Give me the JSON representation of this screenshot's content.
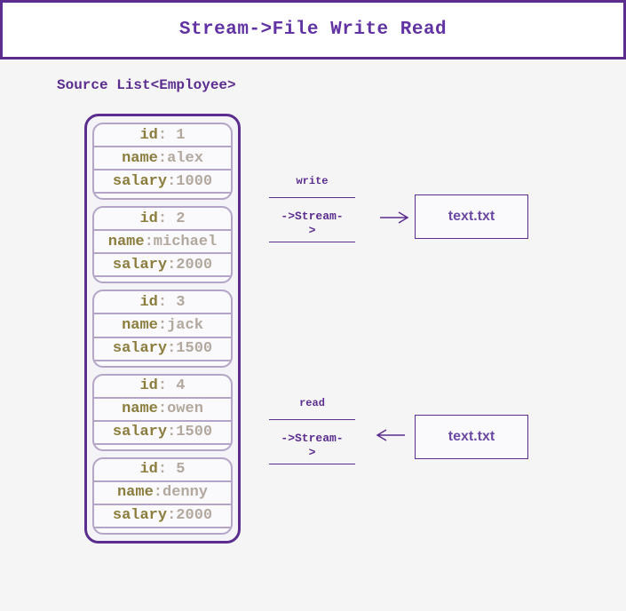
{
  "colors": {
    "purple_accent": "#5b2d8e",
    "lavender_border": "#b4a5c8",
    "field_label": "#8b7d3e",
    "field_value": "#b2a89e",
    "background": "#f5f5f6"
  },
  "title_bar": {
    "title": "Stream->File Write Read"
  },
  "source_label": "Source List<Employee>",
  "employees": [
    {
      "rows": [
        {
          "label": "id",
          "value": ": 1"
        },
        {
          "label": "name",
          "value": ":alex"
        },
        {
          "label": "salary",
          "value": ":1000"
        }
      ]
    },
    {
      "rows": [
        {
          "label": "id",
          "value": ": 2"
        },
        {
          "label": "name",
          "value": ":michael"
        },
        {
          "label": "salary",
          "value": ":2000"
        }
      ]
    },
    {
      "rows": [
        {
          "label": "id",
          "value": ": 3"
        },
        {
          "label": "name",
          "value": ":jack"
        },
        {
          "label": "salary",
          "value": ":1500"
        }
      ]
    },
    {
      "rows": [
        {
          "label": "id",
          "value": ": 4"
        },
        {
          "label": "name",
          "value": ":owen"
        },
        {
          "label": "salary",
          "value": ":1500"
        }
      ]
    },
    {
      "rows": [
        {
          "label": "id",
          "value": ": 5"
        },
        {
          "label": "name",
          "value": ":denny"
        },
        {
          "label": "salary",
          "value": ":2000"
        }
      ]
    }
  ],
  "write_flow": {
    "label": "write",
    "stream": "->Stream->",
    "file": "text.txt"
  },
  "read_flow": {
    "label": "read",
    "stream": "->Stream->",
    "file": "text.txt"
  }
}
